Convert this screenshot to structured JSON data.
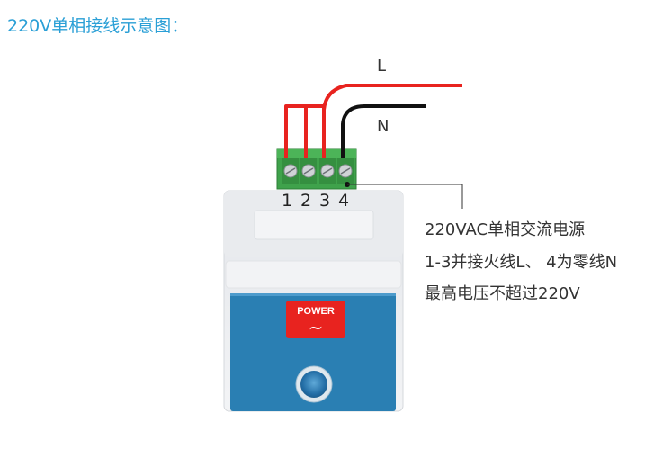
{
  "title": "220V单相接线示意图：",
  "wires": {
    "live_label": "L",
    "neutral_label": "N"
  },
  "terminals": [
    "1",
    "2",
    "3",
    "4"
  ],
  "description": {
    "line1": "220VAC单相交流电源",
    "line2": "1-3并接火线L、 4为零线N",
    "line3": "最高电压不超过220V"
  },
  "device": {
    "power_label": "POWER",
    "power_symbol": "~"
  },
  "colors": {
    "title": "#2a9fd6",
    "live_wire": "#e8231f",
    "neutral_wire": "#111111",
    "terminal_block": "#3fa24b",
    "panel_blue": "#2a7fb3",
    "power_badge": "#e8231f"
  }
}
